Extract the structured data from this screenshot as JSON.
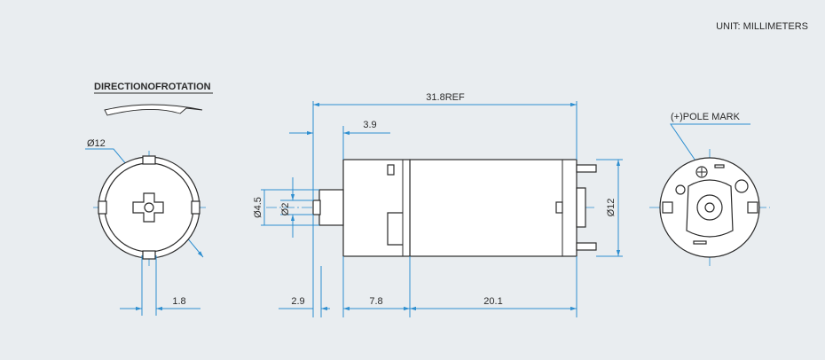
{
  "header": {
    "unit_label": "UNIT: MILLIMETERS"
  },
  "front_view": {
    "direction_label": "DIRECTIONOFROTATION",
    "diameter_label": "Ø12",
    "width_label": "1.8"
  },
  "side_view": {
    "overall_length": "31.8REF",
    "shaft_step": "3.9",
    "shaft_diameter": "Ø2",
    "boss_diameter": "Ø4.5",
    "body_diameter": "Ø12",
    "shaft_length": "2.9",
    "gearbox_length": "7.8",
    "motor_length": "20.1"
  },
  "rear_view": {
    "pole_mark_label": "(+)POLE MARK"
  },
  "colors": {
    "background": "#e9edf0",
    "dimension": "#2f8fd0",
    "outline": "#2a2a2a"
  }
}
